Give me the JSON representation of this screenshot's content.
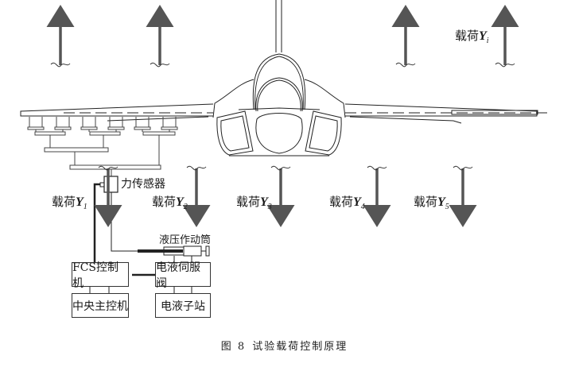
{
  "figure": {
    "caption_prefix": "图 8",
    "caption_title": "试验载荷控制原理"
  },
  "load_labels": {
    "load_prefix": "载荷",
    "symbol": "Y",
    "upward": [
      {
        "subscript": "i"
      }
    ],
    "downward": [
      {
        "subscript": "1"
      },
      {
        "subscript": "2"
      },
      {
        "subscript": "3"
      },
      {
        "subscript": "4"
      },
      {
        "subscript": "5"
      }
    ]
  },
  "components": {
    "force_sensor": "力传感器",
    "hydraulic_actuator": "液压作动筒",
    "fcs_controller": "FCS控制机",
    "servo_valve": "电液伺服阀",
    "central_host": "中央主控机",
    "hydraulic_substation": "电液子站"
  },
  "colors": {
    "line": "#333333",
    "arrow": "#555555",
    "background": "#ffffff"
  }
}
